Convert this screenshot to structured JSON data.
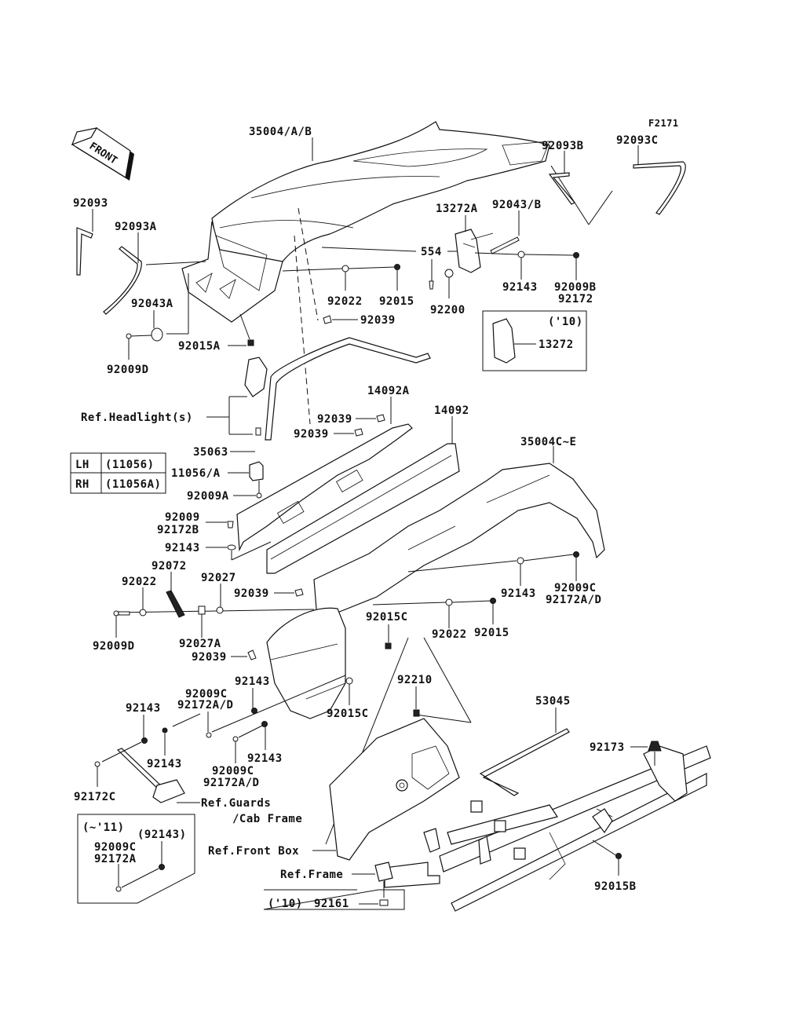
{
  "diagram": {
    "figure_code": "F2171",
    "front_indicator": "FRONT",
    "labels": {
      "l35004AB": "35004/A/B",
      "l92093B": "92093B",
      "l92093C": "92093C",
      "l92093": "92093",
      "l92093A": "92093A",
      "l13272A": "13272A",
      "l92043B": "92043/B",
      "l554": "554",
      "l92143_top": "92143",
      "l92009B": "92009B",
      "l92172": "92172",
      "l92022_top": "92022",
      "l92015_top": "92015",
      "l92200": "92200",
      "l92043A": "92043A",
      "l92039_top": "92039",
      "l92015A": "92015A",
      "l92009D_top": "92009D",
      "l13272": "13272",
      "inset10_year": "('10)",
      "l14092A": "14092A",
      "l14092": "14092",
      "l92039_a": "92039",
      "l92039_b": "92039",
      "ref_headlight": "Ref.Headlight(s)",
      "l35063": "35063",
      "l35004CE": "35004C~E",
      "l11056A": "11056/A",
      "l92009A": "92009A",
      "l92009": "92009",
      "l92172B": "92172B",
      "l92143_mid": "92143",
      "l92072": "92072",
      "l92022_left": "92022",
      "l92027": "92027",
      "l92039_mid": "92039",
      "l92143_right": "92143",
      "l92009C_right": "92009C",
      "l92172AD_right": "92172A/D",
      "l92009D_bot": "92009D",
      "l92027A": "92027A",
      "l92015C_top": "92015C",
      "l92022_mid": "92022",
      "l92015_mid": "92015",
      "l92039_low": "92039",
      "l92143_c1": "92143",
      "l92009C_c": "92009C",
      "l92172AD_c": "92172A/D",
      "l92210": "92210",
      "l92015C_bot": "92015C",
      "l92143_c2": "92143",
      "l92143_c3": "92143",
      "l92143_c4": "92143",
      "l92009C_d": "92009C",
      "l92172AD_d": "92172A/D",
      "l53045": "53045",
      "l92173": "92173",
      "l92172C": "92172C",
      "ref_guards_1": "Ref.Guards",
      "ref_guards_2": "/Cab Frame",
      "ref_front_box": "Ref.Front Box",
      "ref_frame": "Ref.Frame",
      "l92015B": "92015B"
    },
    "side_table": {
      "rows": [
        {
          "side": "LH",
          "part": "(11056)"
        },
        {
          "side": "RH",
          "part": "(11056A)"
        }
      ]
    },
    "inset_11": {
      "year": "(~'11)",
      "part_paren": "(92143)",
      "part_a": "92009C",
      "part_b": "92172A"
    },
    "inset_10_bottom": {
      "year": "('10)",
      "part": "92161"
    }
  }
}
